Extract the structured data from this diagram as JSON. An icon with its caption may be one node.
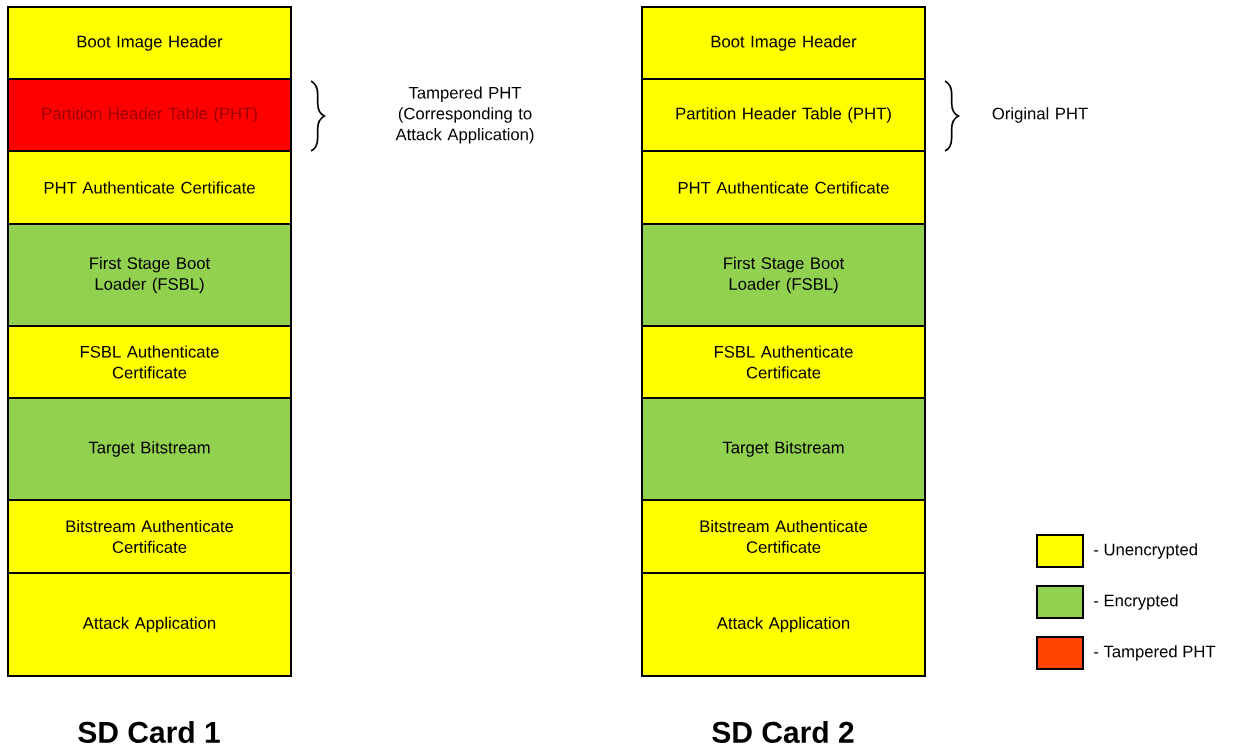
{
  "diagram": {
    "nodes": [
      {
        "text": [
          "Boot Image Header"
        ]
      },
      {
        "text": [
          "Partition Header Table (PHT)"
        ]
      },
      {
        "text": [
          "PHT Authenticate Certificate"
        ]
      },
      {
        "text": [
          "First Stage Boot Loader (FSBL)"
        ]
      },
      {
        "text": [
          "FSBL Authenticate Certificate"
        ]
      },
      {
        "text": [
          "Target Bitstream"
        ]
      },
      {
        "text": [
          "Bitstream Authenticate Certificate"
        ]
      },
      {
        "text": [
          "Attack Application"
        ]
      },
      {
        "text": [
          "Boot Image Header"
        ]
      },
      {
        "text": [
          "Partition Header Table (PHT)"
        ]
      },
      {
        "text": [
          "PHT Authenticate Certificate"
        ]
      },
      {
        "text": [
          "First Stage Boot Loader (FSBL)"
        ]
      },
      {
        "text": [
          "FSBL Authenticate Certificate"
        ]
      },
      {
        "text": [
          "Target Bitstream"
        ]
      },
      {
        "text": [
          "Bitstream Authenticate Certificate"
        ]
      },
      {
        "text": [
          "Attack Application"
        ]
      }
    ],
    "labels": [
      "Tampered PHT (Corresponding to Attack Application)",
      "Original PHT",
      "SD Card 1",
      "SD Card 2"
    ],
    "legend": [
      {
        "text": "- Unencrypted",
        "color": "#ffff00"
      },
      {
        "text": "- Encrypted",
        "color": "#92d050"
      },
      {
        "text": "- Tampered PHT",
        "color": "#ff4500"
      }
    ]
  }
}
